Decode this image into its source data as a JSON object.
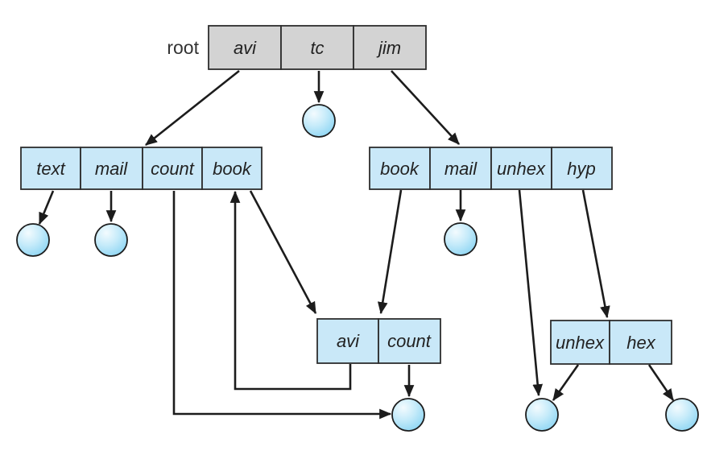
{
  "figure": {
    "root_label": "root"
  },
  "boxes": {
    "root": {
      "cells": [
        "avi",
        "tc",
        "jim"
      ]
    },
    "dir_left": {
      "cells": [
        "text",
        "mail",
        "count",
        "book"
      ]
    },
    "dir_right": {
      "cells": [
        "book",
        "mail",
        "unhex",
        "hyp"
      ]
    },
    "dir_avi_count": {
      "cells": [
        "avi",
        "count"
      ]
    },
    "dir_unhex_hex": {
      "cells": [
        "unhex",
        "hex"
      ]
    }
  },
  "edges": [
    {
      "from_box": "root",
      "from_cell": "avi",
      "to": "dir_left"
    },
    {
      "from_box": "root",
      "from_cell": "tc",
      "to": "file_tc"
    },
    {
      "from_box": "root",
      "from_cell": "jim",
      "to": "dir_right"
    },
    {
      "from_box": "dir_left",
      "from_cell": "text",
      "to": "file_text"
    },
    {
      "from_box": "dir_left",
      "from_cell": "mail",
      "to": "file_mail_left"
    },
    {
      "from_box": "dir_left",
      "from_cell": "count",
      "to": "file_count_shared"
    },
    {
      "from_box": "dir_left",
      "from_cell": "book",
      "to": "dir_avi_count"
    },
    {
      "from_box": "dir_right",
      "from_cell": "book",
      "to": "dir_avi_count"
    },
    {
      "from_box": "dir_right",
      "from_cell": "mail",
      "to": "file_mail_right"
    },
    {
      "from_box": "dir_right",
      "from_cell": "unhex",
      "to": "file_unhex_shared"
    },
    {
      "from_box": "dir_right",
      "from_cell": "hyp",
      "to": "dir_unhex_hex"
    },
    {
      "from_box": "dir_avi_count",
      "from_cell": "avi",
      "to": "dir_left"
    },
    {
      "from_box": "dir_avi_count",
      "from_cell": "count",
      "to": "file_count_shared"
    },
    {
      "from_box": "dir_unhex_hex",
      "from_cell": "unhex",
      "to": "file_unhex_shared"
    },
    {
      "from_box": "dir_unhex_hex",
      "from_cell": "hex",
      "to": "file_hex"
    }
  ],
  "colors": {
    "root_box_fill": "#d3d3d3",
    "dir_box_fill": "#c9e8f8",
    "box_border": "#2d2d2d",
    "arrow": "#1c1c1c",
    "file_fill_light": "#f3fbfe",
    "file_fill_mid": "#c6ebfa",
    "file_fill_dark": "#85d2f2",
    "label_text": "#222222",
    "background": "#ffffff"
  }
}
